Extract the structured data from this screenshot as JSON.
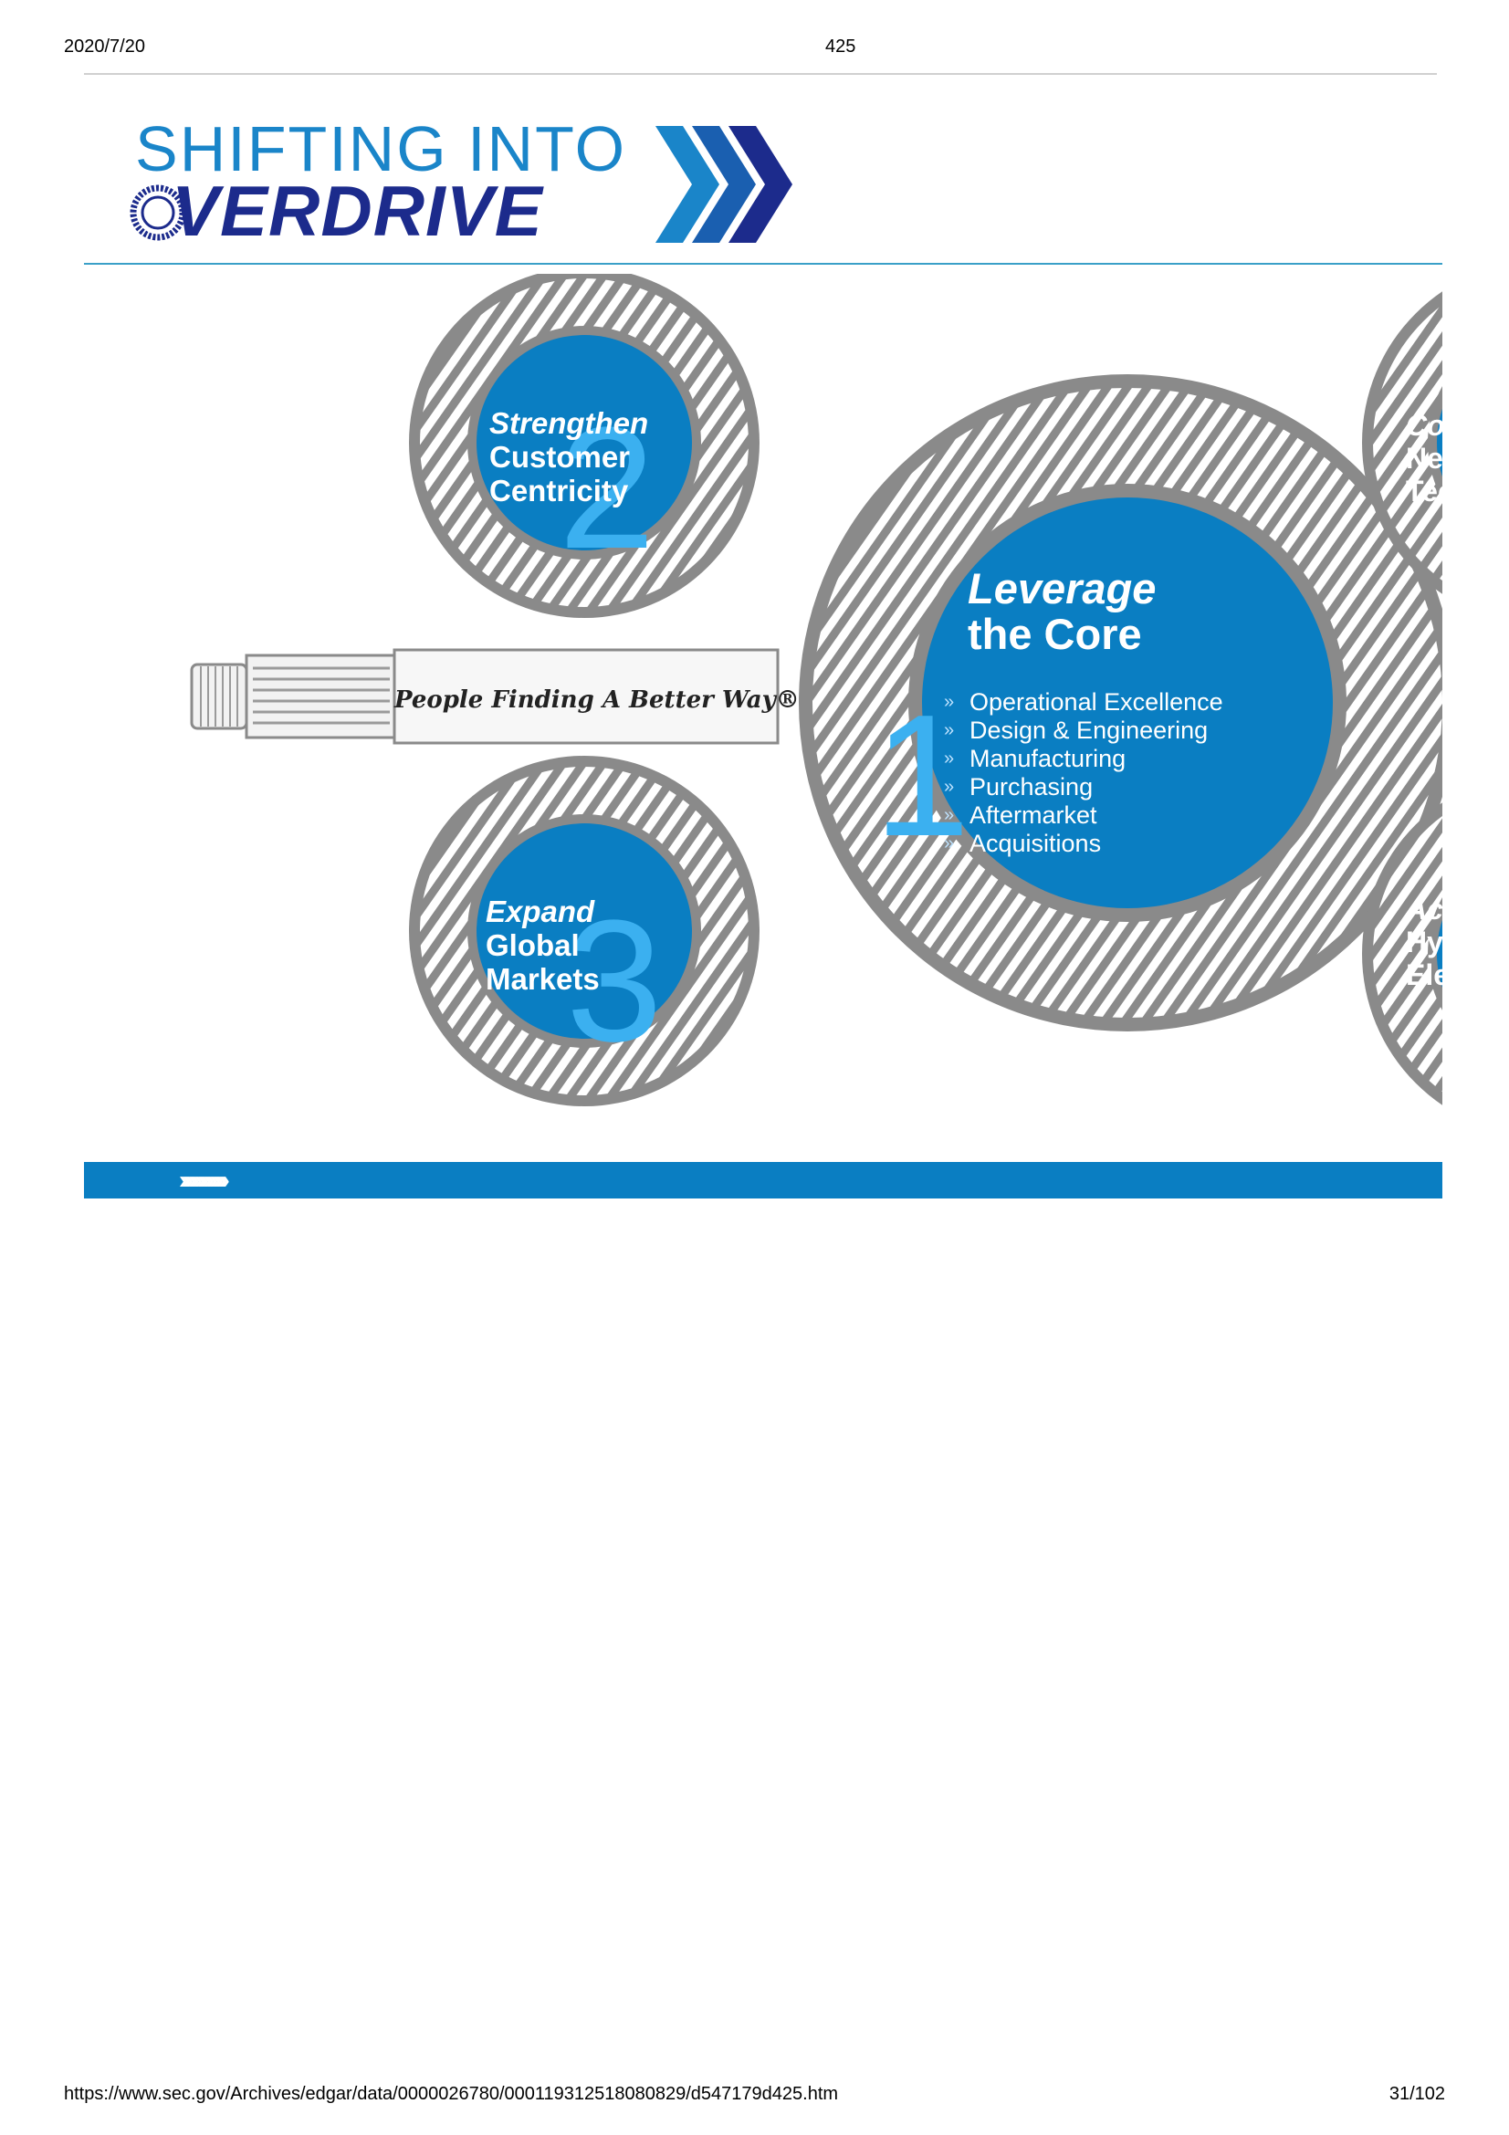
{
  "print_header": {
    "date": "2020/7/20",
    "page_label": "425"
  },
  "print_footer": {
    "url": "https://www.sec.gov/Archives/edgar/data/0000026780/000119312518080829/d547179d425.htm",
    "pager": "31/102"
  },
  "slide": {
    "logo": {
      "line1": "SHIFTING INTO",
      "line2": "VERDRIVE",
      "line2_lead_glyph": "O"
    },
    "tagline": "People Finding A Better Way®",
    "core": {
      "number": "1",
      "title_line1": "Leverage",
      "title_line2": "the Core",
      "bullet_glyph": "»",
      "items": [
        "Operational Excellence",
        "Design & Engineering",
        "Manufacturing",
        "Purchasing",
        "Aftermarket",
        "Acquisitions"
      ]
    },
    "gear2": {
      "number": "2",
      "line1": "Strengthen",
      "line2": "Customer",
      "line3": "Centricity"
    },
    "gear3": {
      "number": "3",
      "line1": "Expand",
      "line2": "Global",
      "line3": "Markets"
    },
    "partial_top": {
      "line1": "Co",
      "line2": "Ne",
      "line3": "Tec"
    },
    "partial_bottom": {
      "line1": "Ac",
      "line2": "Hy",
      "line3": "Ele"
    },
    "bottom_bar_chevrons": "›››››››››››››››"
  },
  "colors": {
    "brand_blue": "#0a7ec2",
    "gear_gray": "#8a8a8a",
    "logo_navy": "#1c2b8c",
    "logo_light_blue": "#1a85c9",
    "number_light_blue": "#3bb0f0"
  }
}
